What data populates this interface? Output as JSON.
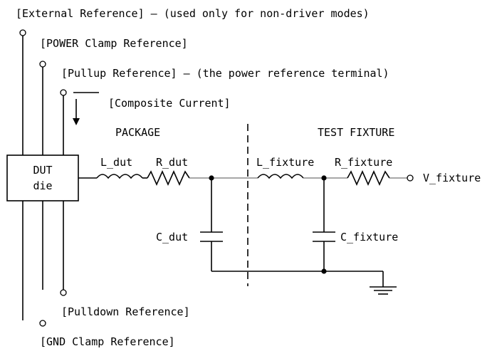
{
  "labels": {
    "external_reference": "[External Reference] – (used only for non-driver modes)",
    "power_clamp_reference": "[POWER Clamp Reference]",
    "pullup_reference": "[Pullup Reference] – (the power reference terminal)",
    "composite_current": "[Composite Current]",
    "package": "PACKAGE",
    "test_fixture": "TEST FIXTURE",
    "dut_line1": "DUT",
    "dut_line2": "die",
    "l_dut": "L_dut",
    "r_dut": "R_dut",
    "l_fixture": "L_fixture",
    "r_fixture": "R_fixture",
    "v_fixture": "V_fixture",
    "c_dut": "C_dut",
    "c_fixture": "C_fixture",
    "pulldown_reference": "[Pulldown Reference]",
    "gnd_clamp_reference": "[GND Clamp Reference]"
  }
}
